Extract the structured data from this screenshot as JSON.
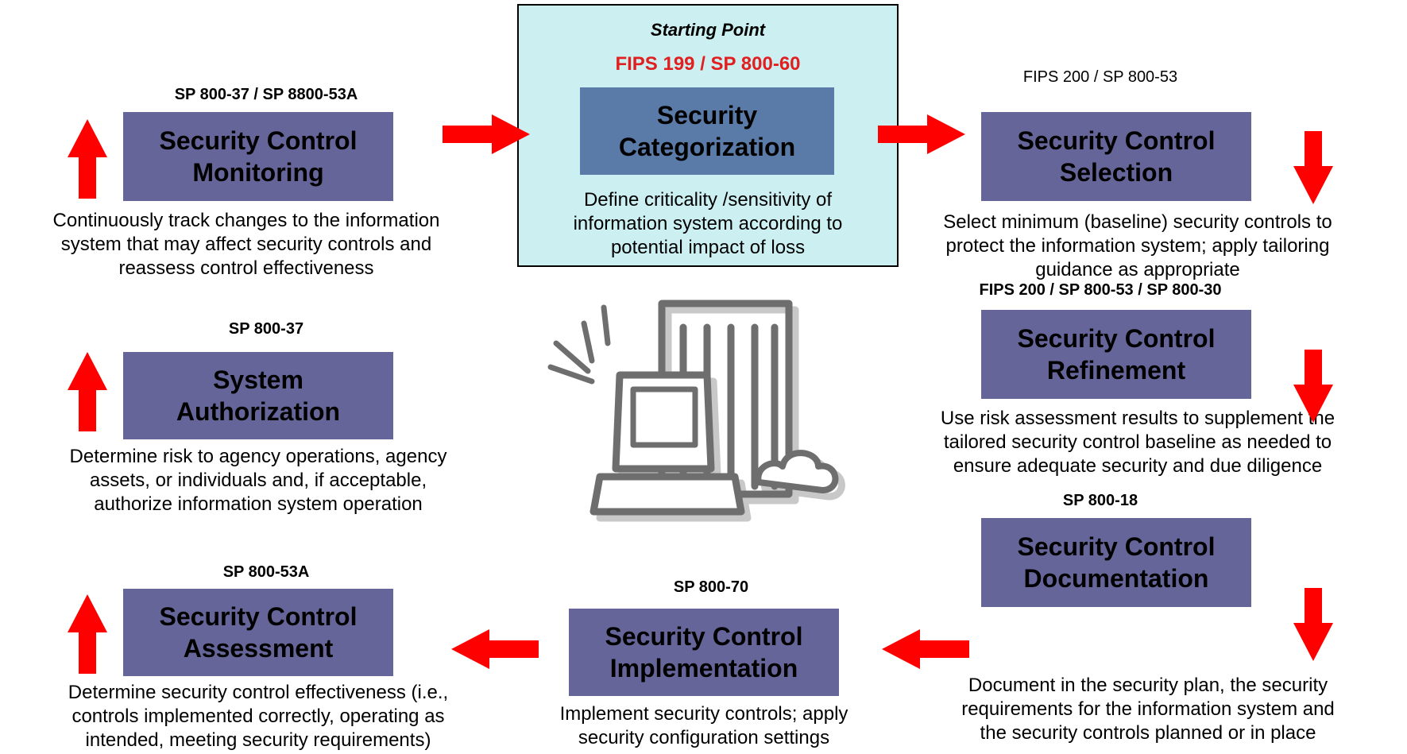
{
  "start": {
    "label": "Starting Point",
    "ref": "FIPS 199 / SP 800-60",
    "title_line1": "Security",
    "title_line2": "Categorization",
    "desc": [
      "Define criticality /sensitivity of",
      "information system according to",
      "potential impact of loss"
    ]
  },
  "steps": {
    "selection": {
      "ref": "FIPS 200 / SP 800-53",
      "title_line1": "Security Control",
      "title_line2": "Selection",
      "desc": [
        "Select minimum (baseline) security controls to",
        "protect the information system; apply tailoring",
        "guidance as appropriate"
      ]
    },
    "refinement": {
      "ref": "FIPS 200 / SP 800-53 / SP 800-30",
      "title_line1": "Security Control",
      "title_line2": "Refinement",
      "desc": [
        "Use risk assessment results to supplement the",
        "tailored security control baseline as needed to",
        "ensure adequate security and due diligence"
      ]
    },
    "documentation": {
      "ref": "SP 800-18",
      "title_line1": "Security Control",
      "title_line2": "Documentation",
      "desc": [
        "Document in the security plan, the security",
        "requirements for the information system and",
        "the security controls planned or in place"
      ]
    },
    "implementation": {
      "ref": "SP 800-70",
      "title_line1": "Security Control",
      "title_line2": "Implementation",
      "desc": [
        "Implement security controls; apply",
        "security configuration settings"
      ]
    },
    "assessment": {
      "ref": "SP 800-53A",
      "title_line1": "Security Control",
      "title_line2": "Assessment",
      "desc": [
        "Determine security control effectiveness (i.e.,",
        "controls implemented correctly, operating as",
        "intended, meeting security requirements)"
      ]
    },
    "authorization": {
      "ref": "SP 800-37",
      "title_line1": "System",
      "title_line2": "Authorization",
      "desc": [
        "Determine risk to agency operations, agency",
        "assets, or individuals and, if acceptable,",
        "authorize information system operation"
      ]
    },
    "monitoring": {
      "ref": "SP 800-37 / SP 8800-53A",
      "title_line1": "Security Control",
      "title_line2": "Monitoring",
      "desc": [
        "Continuously track changes to the information",
        "system that may affect security controls and",
        "reassess control effectiveness"
      ]
    }
  },
  "colors": {
    "box": "#65659a",
    "start_bg": "#ccf0f2",
    "start_box": "#5a7aa8",
    "arrow": "#ff0000",
    "ref_red": "#e02020"
  },
  "icons": {
    "center": "computer-with-cloud-icon"
  }
}
